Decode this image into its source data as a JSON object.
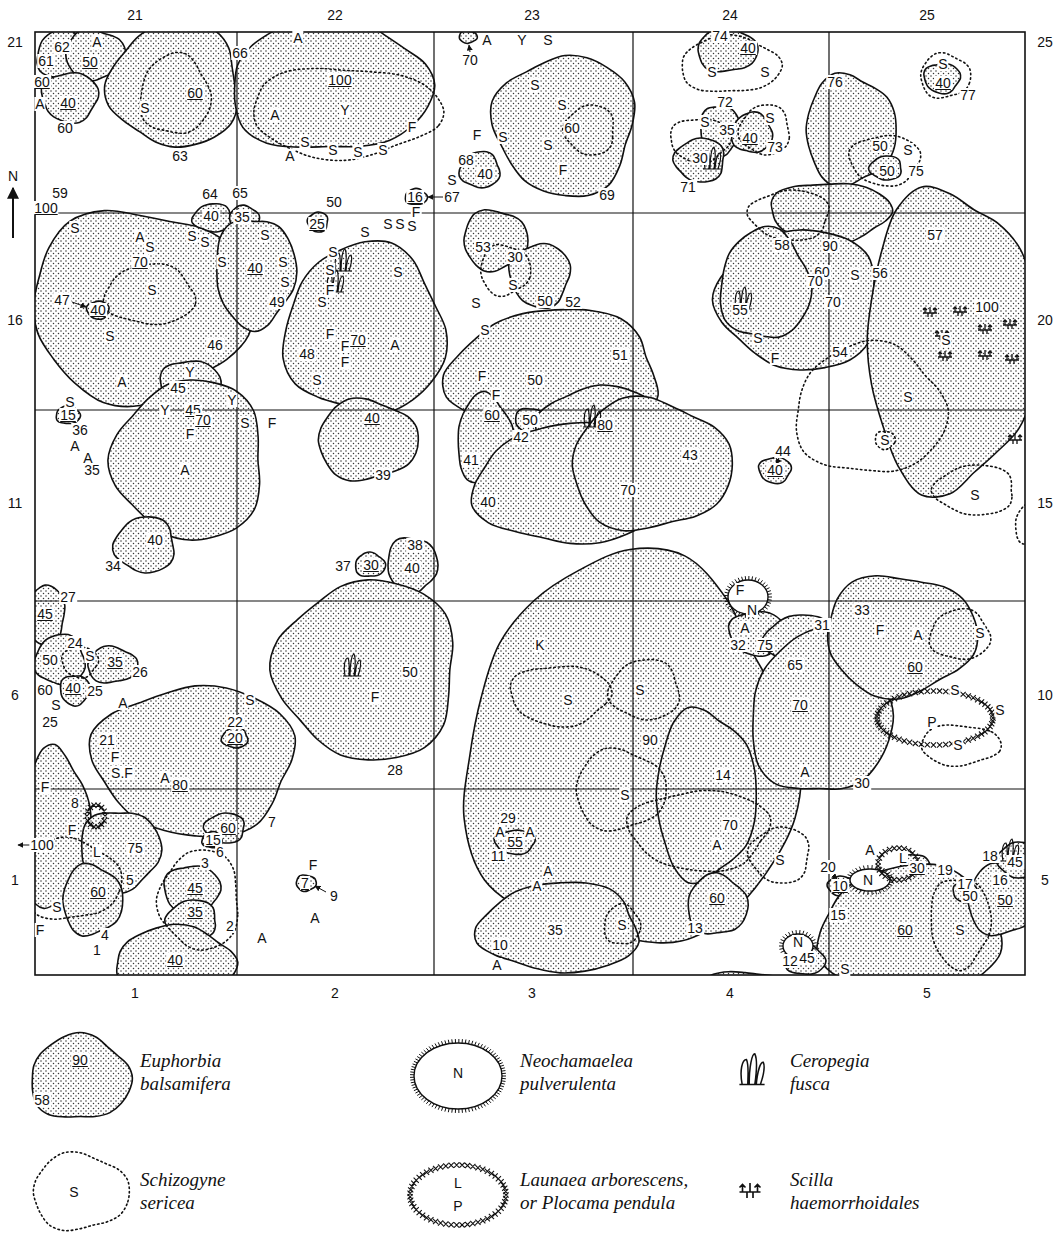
{
  "diagram": {
    "labels": [
      "21",
      "22",
      "23",
      "24",
      "25",
      "1",
      "2",
      "3",
      "4",
      "5",
      "21",
      "16",
      "11",
      "6",
      "1",
      "25",
      "20",
      "15",
      "10",
      "5",
      "N",
      "62",
      "A",
      "61",
      "50",
      "60",
      "A",
      "40",
      "60",
      "S",
      "60",
      "63",
      "66",
      "A",
      "100",
      "Y",
      "A",
      "A",
      "S",
      "S",
      "S",
      "S",
      "F",
      "70",
      "A",
      "Y",
      "S",
      "S",
      "S",
      "60",
      "S",
      "F",
      "69",
      "F",
      "S",
      "68",
      "40",
      "S",
      "74",
      "40",
      "S",
      "S",
      "72",
      "S",
      "S",
      "35",
      "40",
      "73",
      "30",
      "71",
      "76",
      "S",
      "40",
      "77",
      "S",
      "50",
      "50",
      "75",
      "59",
      "100",
      "64",
      "65",
      "50",
      "25",
      "16",
      "67",
      "F",
      "S",
      "S",
      "S",
      "S",
      "A",
      "S",
      "S",
      "S",
      "40",
      "35",
      "S",
      "40",
      "S",
      "S",
      "49",
      "S",
      "70",
      "S",
      "47",
      "40",
      "S",
      "46",
      "S",
      "A",
      "Y",
      "45",
      "45",
      "Y",
      "70",
      "F",
      "Y",
      "S",
      "F",
      "15",
      "36",
      "A",
      "A",
      "35",
      "A",
      "34",
      "40",
      "S",
      "S",
      "S",
      "S",
      "F",
      "S",
      "F",
      "F",
      "70",
      "F",
      "A",
      "48",
      "S",
      "40",
      "39",
      "37",
      "30",
      "38",
      "40",
      "53",
      "30",
      "S",
      "50",
      "52",
      "S",
      "S",
      "51",
      "F",
      "F",
      "50",
      "60",
      "50",
      "42",
      "80",
      "41",
      "43",
      "70",
      "40",
      "58",
      "90",
      "60",
      "S",
      "56",
      "70",
      "70",
      "55",
      "S",
      "F",
      "54",
      "57",
      "100",
      "S",
      "S",
      "S",
      "44",
      "40",
      "S",
      "27",
      "45",
      "24",
      "50",
      "S",
      "35",
      "26",
      "40",
      "25",
      "60",
      "S",
      "25",
      "S",
      "50",
      "F",
      "28",
      "F",
      "N",
      "A",
      "32",
      "75",
      "31",
      "65",
      "33",
      "F",
      "A",
      "S",
      "60",
      "S",
      "P",
      "S",
      "S",
      "70",
      "A",
      "30",
      "K",
      "S",
      "S",
      "90",
      "S",
      "29",
      "14",
      "70",
      "A",
      "A",
      "21",
      "F",
      "S.F",
      "A",
      "80",
      "22",
      "20",
      "F",
      "8",
      "F",
      "100",
      "L",
      "75",
      "5",
      "7",
      "60",
      "15",
      "6",
      "S",
      "60",
      "4",
      "F",
      "3",
      "45",
      "35",
      "2",
      "1",
      "40",
      "F",
      "7",
      "9",
      "A",
      "A",
      "A",
      "55",
      "A",
      "11",
      "A",
      "A",
      "10",
      "35",
      "S",
      "A",
      "S",
      "13",
      "60",
      "20",
      "10",
      "A",
      "N",
      "L",
      "30",
      "19",
      "18",
      "45",
      "16",
      "50",
      "17",
      "50",
      "15",
      "60",
      "S",
      "N",
      "12",
      "45",
      "S",
      "90",
      "58",
      "N",
      "S",
      "L",
      "P"
    ],
    "legend": [
      {
        "text": "Euphorbia balsamifera"
      },
      {
        "text": "Neochamaelea pulverulenta"
      },
      {
        "text": "Ceropegia fusca"
      },
      {
        "text": "Schizogyne sericea"
      },
      {
        "text": "Launaea arborescens, or Plocama pendula"
      },
      {
        "text": "Scilla haemorrhoidales"
      }
    ]
  }
}
